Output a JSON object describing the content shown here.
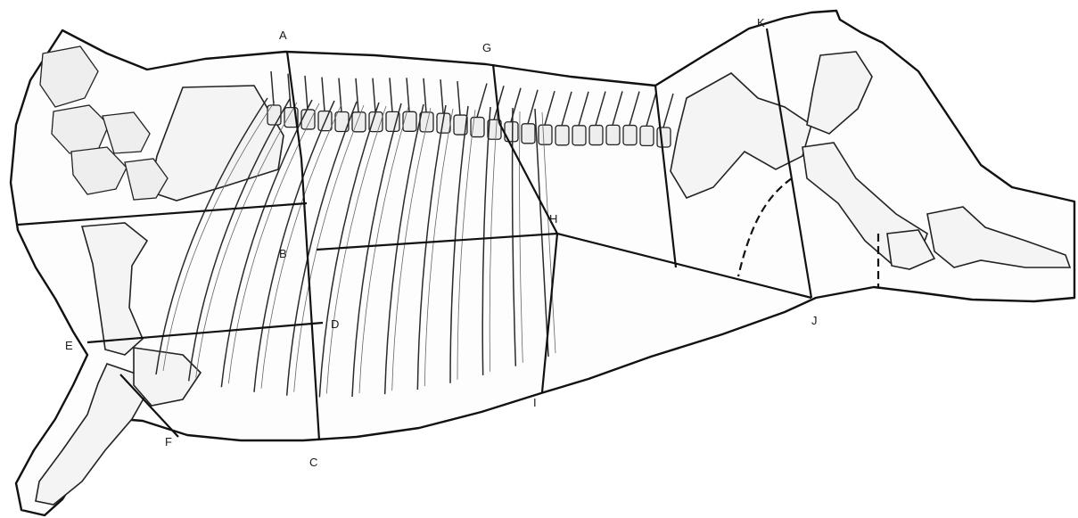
{
  "diagram": {
    "labels": {
      "A": "A",
      "B": "B",
      "C": "C",
      "D": "D",
      "E": "E",
      "F": "F",
      "G": "G",
      "H": "H",
      "I": "I",
      "J": "J",
      "K": "K"
    },
    "rib_count": 13
  }
}
